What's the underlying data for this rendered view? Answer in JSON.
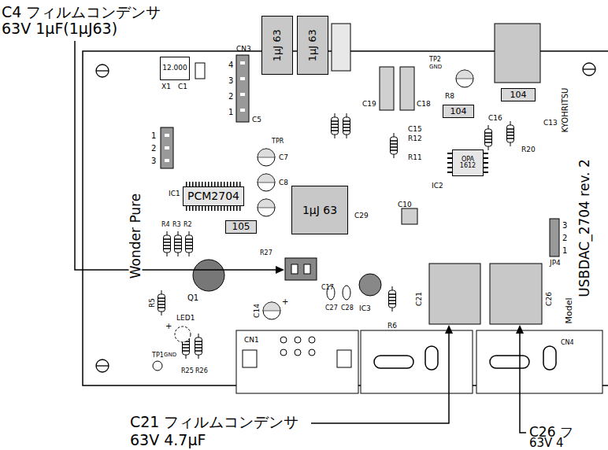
{
  "diagram": {
    "nodes": [
      {
        "text": [
          "12.000"
        ]
      },
      {
        "text": [
          "1μJ 63"
        ]
      },
      {
        "text": [
          "1μJ 63"
        ]
      },
      {
        "text": [
          "104"
        ]
      },
      {
        "text": [
          "104"
        ]
      },
      {
        "text": [
          "PCM2704"
        ]
      },
      {
        "text": [
          "1μJ 63"
        ]
      },
      {
        "text": [
          "OPA 1612"
        ]
      },
      {
        "text": [
          "105"
        ]
      }
    ],
    "labels": [
      "C4 フィルムコンデンサ",
      "63V 1μF(1μJ63)",
      "CN3",
      "4",
      "3",
      "2",
      "1",
      "X1",
      "C1",
      "C5",
      "TPR",
      "C7",
      "C8",
      "1",
      "2",
      "3",
      "IC1",
      "Wonder Pure",
      "C19",
      "C18",
      "TP2",
      "GND",
      "R8",
      "C15",
      "R12",
      "R11",
      "C16",
      "R20",
      "C13",
      "IC2",
      "C10",
      "C29",
      "Model",
      "KYOHRITSU",
      "USBDAC_2704 rev. 2",
      "JP4",
      "3",
      "2",
      "1",
      "R4",
      "R3",
      "R2",
      "Q1",
      "R27",
      "C17",
      "C14",
      "C27",
      "C28",
      "IC3",
      "R6",
      "C21",
      "C26",
      "R5",
      "LED1",
      "CN1",
      "CN4",
      "TP1",
      "GND",
      "R25",
      "R26",
      "C21 フィルムコンデンサ",
      "63V 4.7μF",
      "C26 フ",
      "63V 4",
      "+",
      "+"
    ]
  }
}
